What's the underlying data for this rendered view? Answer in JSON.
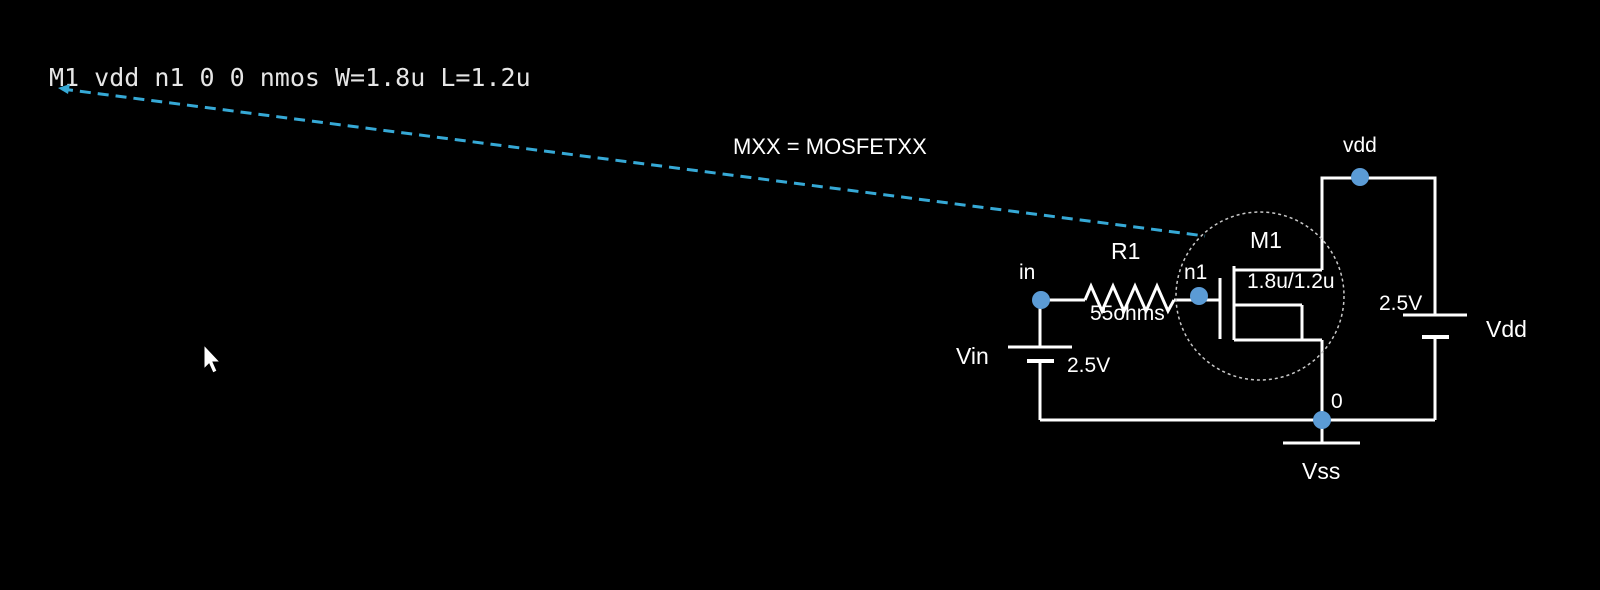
{
  "netlist": {
    "line": "M1 vdd n1 0 0 nmos W=1.8u L=1.2u"
  },
  "annotation": {
    "naming_rule": "MXX = MOSFETXX"
  },
  "circuit": {
    "nodes": {
      "vdd": "vdd",
      "in": "in",
      "n1": "n1",
      "ground": "0"
    },
    "resistor": {
      "name": "R1",
      "value": "55ohms"
    },
    "transistor": {
      "name": "M1",
      "size": "1.8u/1.2u"
    },
    "source_vin": {
      "name": "Vin",
      "value": "2.5V"
    },
    "source_vdd": {
      "name": "Vdd",
      "value": "2.5V"
    },
    "ground": {
      "name": "Vss"
    }
  },
  "colors": {
    "background": "#000000",
    "wire": "#ffffff",
    "node_dot": "#5b9bd5",
    "leader_line": "#36a9d6",
    "code_text": "#e6e6e6"
  },
  "icons": {
    "cursor": "mouse-pointer-icon"
  }
}
